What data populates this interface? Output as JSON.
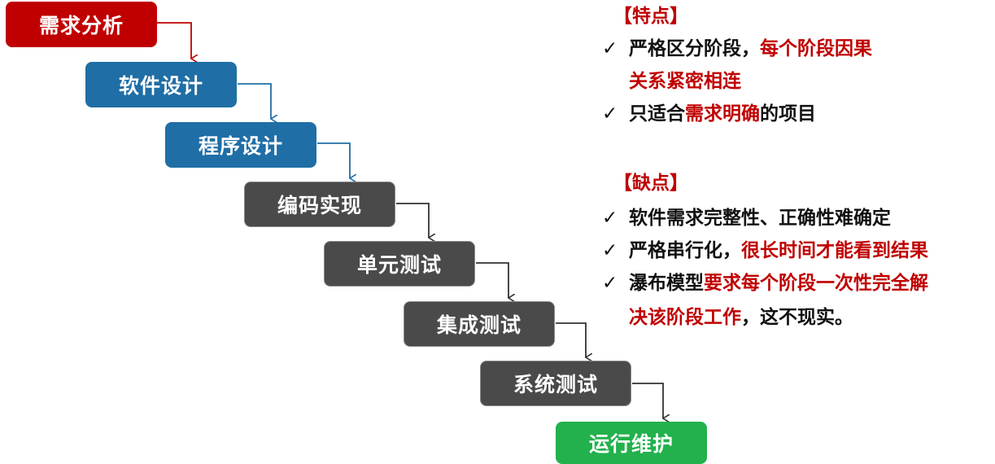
{
  "stages": [
    {
      "label": "需求分析",
      "color": "#c00000"
    },
    {
      "label": "软件设计",
      "color": "#1f6ea6"
    },
    {
      "label": "程序设计",
      "color": "#1f6ea6"
    },
    {
      "label": "编码实现",
      "color": "#4a4a4a"
    },
    {
      "label": "单元测试",
      "color": "#4a4a4a"
    },
    {
      "label": "集成测试",
      "color": "#4a4a4a"
    },
    {
      "label": "系统测试",
      "color": "#4a4a4a"
    },
    {
      "label": "运行维护",
      "color": "#22b14c"
    }
  ],
  "features": {
    "header": "【特点】",
    "items": [
      {
        "plain": "严格区分阶段，",
        "highlight": "每个阶段因果",
        "cont": "关系紧密相连"
      },
      {
        "plain": "只适合",
        "highlight": "需求明确",
        "tail": "的项目"
      }
    ]
  },
  "drawbacks": {
    "header": "【缺点】",
    "items": [
      {
        "plain": "软件需求完整性、正确性难确定"
      },
      {
        "plain": "严格串行化，",
        "highlight": "很长时间才能看到结果"
      },
      {
        "plain": "瀑布模型",
        "highlight": "要求每个阶段一次性完全解",
        "cont": "决该阶段工作",
        "tail": "，这不现实。"
      }
    ]
  },
  "check_icon": "✓"
}
